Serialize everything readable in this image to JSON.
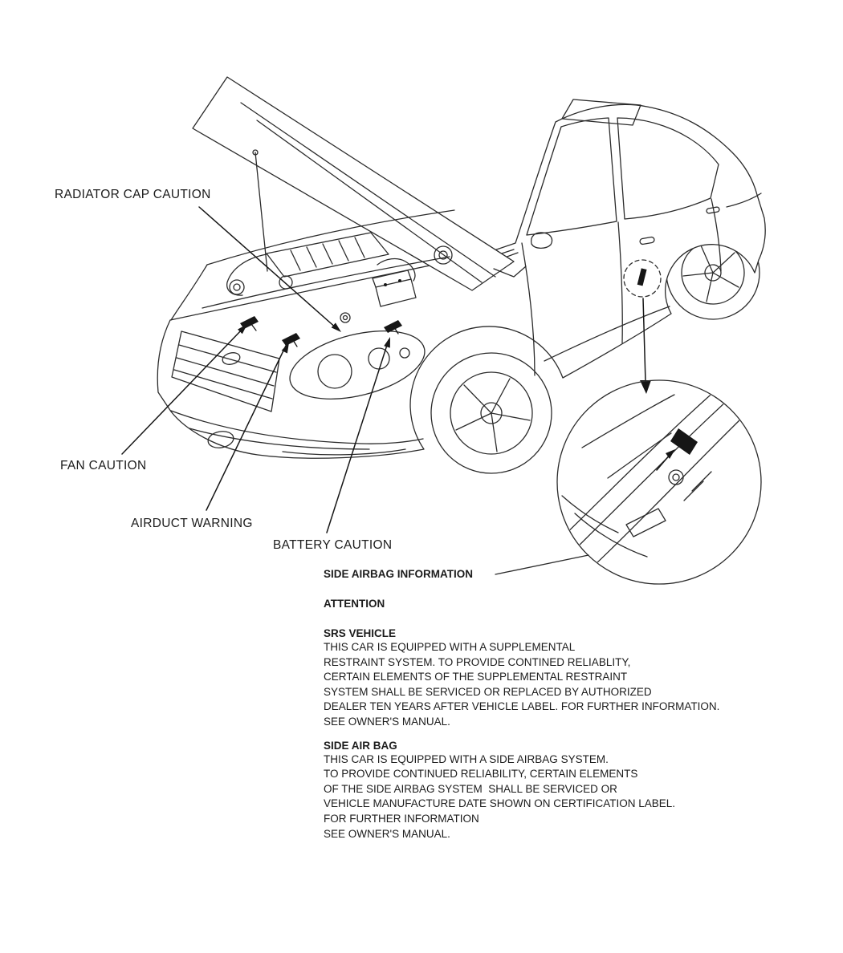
{
  "page": {
    "background": "#ffffff",
    "line_color": "#2b2b2b",
    "marker_color": "#161616"
  },
  "callouts": {
    "radiator": "RADIATOR CAP CAUTION",
    "fan": "FAN CAUTION",
    "airduct": "AIRDUCT WARNING",
    "battery": "BATTERY CAUTION"
  },
  "info_block": {
    "title": "SIDE AIRBAG INFORMATION",
    "attention_heading": "ATTENTION",
    "srs": {
      "heading": "SRS VEHICLE",
      "lines": [
        "THIS CAR IS EQUIPPED WITH A SUPPLEMENTAL",
        "RESTRAINT SYSTEM. TO PROVIDE CONTINED RELIABLITY,",
        "CERTAIN ELEMENTS OF THE SUPPLEMENTAL RESTRAINT",
        "SYSTEM SHALL BE SERVICED OR REPLACED BY AUTHORIZED",
        "DEALER TEN YEARS AFTER VEHICLE LABEL. FOR FURTHER INFORMATION.",
        "SEE OWNER'S MANUAL."
      ]
    },
    "side_air_bag": {
      "heading": "SIDE AIR BAG",
      "lines": [
        "THIS CAR IS EQUIPPED WITH A SIDE AIRBAG SYSTEM.",
        "TO PROVIDE CONTINUED RELIABILITY, CERTAIN ELEMENTS",
        "OF THE SIDE AIRBAG SYSTEM  SHALL BE SERVICED OR",
        "VEHICLE MANUFACTURE DATE SHOWN ON CERTIFICATION LABEL.",
        "FOR FURTHER INFORMATION",
        "SEE OWNER'S MANUAL."
      ]
    }
  }
}
